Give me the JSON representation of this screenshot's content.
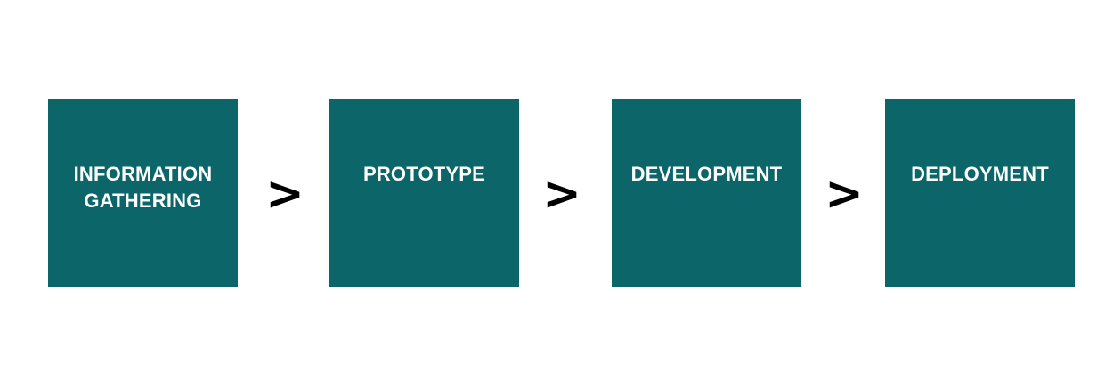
{
  "diagram": {
    "steps": [
      {
        "label": "INFORMATION\nGATHERING"
      },
      {
        "label": "PROTOTYPE"
      },
      {
        "label": "DEVELOPMENT"
      },
      {
        "label": "DEPLOYMENT"
      }
    ],
    "connector_symbol": ">",
    "colors": {
      "box_fill": "#0c6669",
      "box_text": "#ffffff",
      "connector": "#000000",
      "background": "#ffffff"
    }
  }
}
